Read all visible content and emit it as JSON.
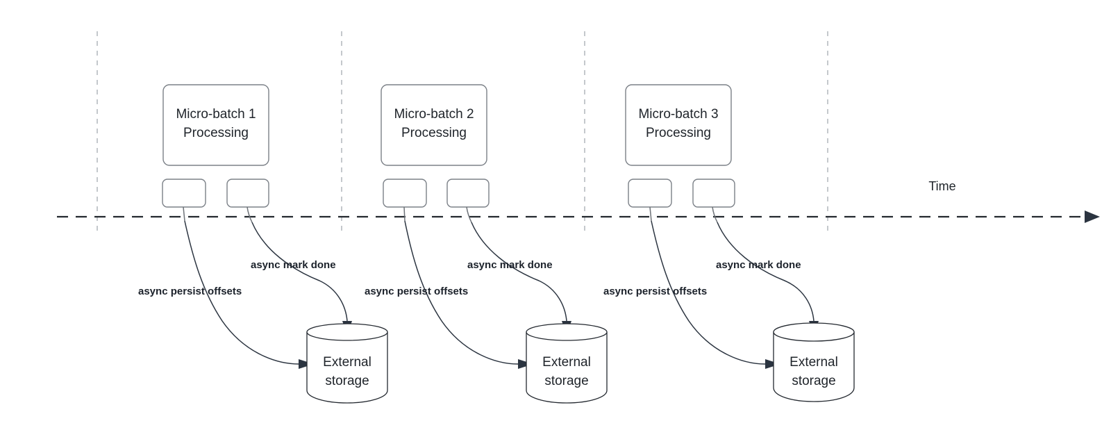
{
  "diagram": {
    "title_axis": "Time",
    "groups": [
      {
        "batch_label_line1": "Micro-batch 1",
        "batch_label_line2": "Processing",
        "storage_line1": "External",
        "storage_line2": "storage",
        "edge_persist": "async persist offsets",
        "edge_mark": "async mark done"
      },
      {
        "batch_label_line1": "Micro-batch 2",
        "batch_label_line2": "Processing",
        "storage_line1": "External",
        "storage_line2": "storage",
        "edge_persist": "async persist offsets",
        "edge_mark": "async mark done"
      },
      {
        "batch_label_line1": "Micro-batch 3",
        "batch_label_line2": "Processing",
        "storage_line1": "External",
        "storage_line2": "storage",
        "edge_persist": "async persist offsets",
        "edge_mark": "async mark done"
      }
    ],
    "colors": {
      "background": "#ffffff",
      "box_stroke": "#7b8087",
      "cylinder_stroke": "#23282f",
      "timeline": "#23282f",
      "separator": "#b6babf",
      "arrow": "#2b3440",
      "text": "#20252b"
    }
  }
}
